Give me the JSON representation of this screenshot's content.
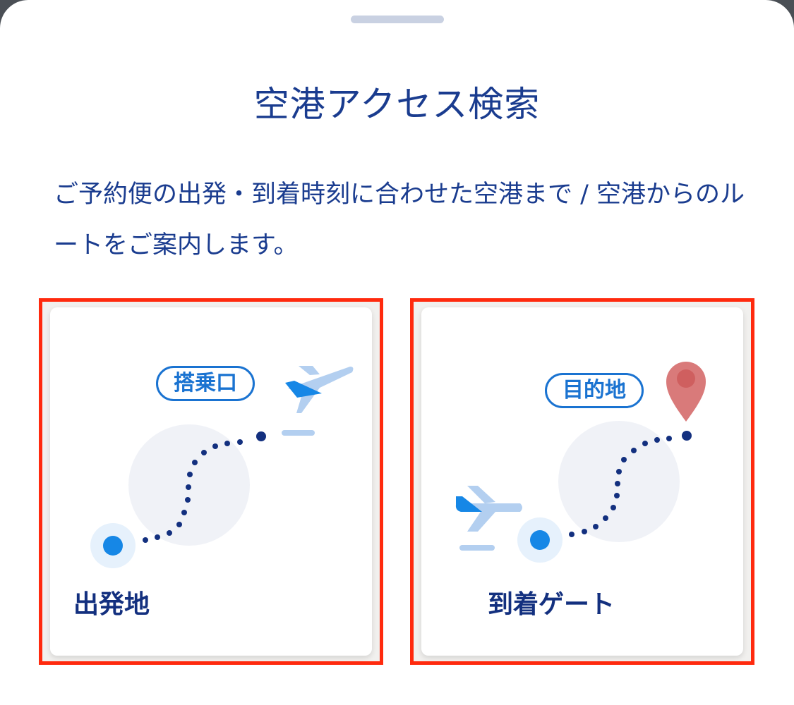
{
  "sheet": {
    "title": "空港アクセス検索",
    "description": "ご予約便の出発・到着時刻に合わせた空港まで / 空港からのルートをご案内します。"
  },
  "cards": [
    {
      "id": "departure",
      "label": "出発地",
      "tag": "搭乗口",
      "icon": "airplane-takeoff-icon"
    },
    {
      "id": "arrival",
      "label": "到着ゲート",
      "tag": "目的地",
      "icon": "location-pin-icon"
    }
  ],
  "colors": {
    "title_text": "#1a3c8f",
    "accent_blue": "#1a73d1",
    "route_dots": "#13307f",
    "highlight_border": "#ff2a0e",
    "pin_red": "#d97a7a",
    "plane_light": "#b3cff0",
    "plane_dark": "#1687e6"
  }
}
